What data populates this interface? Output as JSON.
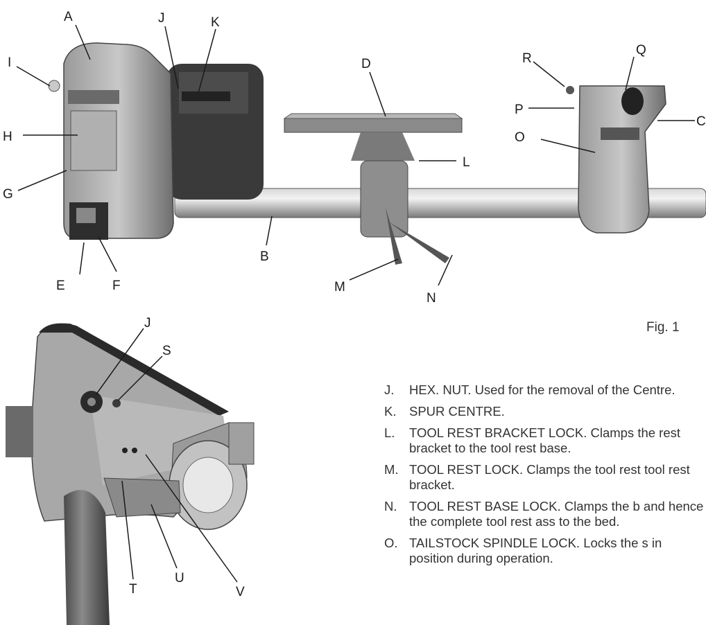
{
  "figure": {
    "caption": "Fig. 1",
    "top_callouts": [
      "A",
      "B",
      "C",
      "D",
      "E",
      "F",
      "G",
      "H",
      "I",
      "J",
      "K",
      "L",
      "M",
      "N",
      "O",
      "P",
      "Q",
      "R"
    ],
    "bottom_callouts": [
      "J",
      "S",
      "T",
      "U",
      "V"
    ]
  },
  "legend": [
    {
      "letter": "J.",
      "text": "HEX. NUT. Used for the removal of the Centre."
    },
    {
      "letter": "K.",
      "text": "SPUR CENTRE."
    },
    {
      "letter": "L.",
      "text": "TOOL REST BRACKET LOCK. Clamps the rest bracket to the tool rest base."
    },
    {
      "letter": "M.",
      "text": "TOOL REST LOCK. Clamps the tool rest tool rest bracket."
    },
    {
      "letter": "N.",
      "text": "TOOL REST BASE LOCK. Clamps the b and hence the complete tool rest ass to the bed."
    },
    {
      "letter": "O.",
      "text": "TAILSTOCK SPINDLE LOCK. Locks the s in position during operation."
    }
  ]
}
